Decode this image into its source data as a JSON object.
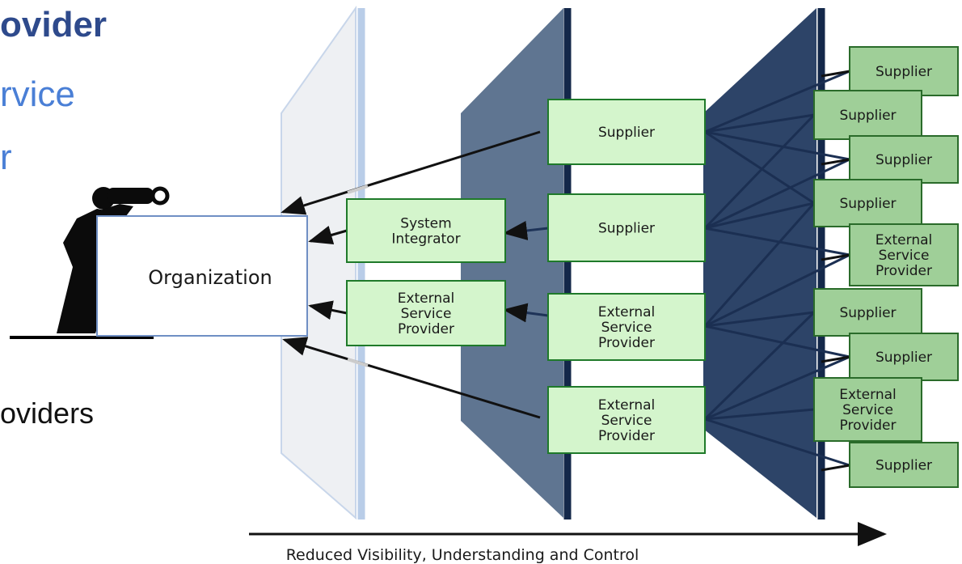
{
  "slide": {
    "heading_line1": "ovider",
    "heading_line2": "rvice",
    "heading_line3": "r",
    "body_line": "oviders"
  },
  "diagram": {
    "organization": "Organization",
    "tier1": [
      [
        "System",
        "Integrator"
      ],
      [
        "External",
        "Service",
        "Provider"
      ]
    ],
    "tier2": [
      [
        "Supplier"
      ],
      [
        "Supplier"
      ],
      [
        "External",
        "Service",
        "Provider"
      ],
      [
        "External",
        "Service",
        "Provider"
      ]
    ],
    "tier3": [
      [
        "Supplier"
      ],
      [
        "Supplier"
      ],
      [
        "Supplier"
      ],
      [
        "Supplier"
      ],
      [
        "External",
        "Service",
        "Provider"
      ],
      [
        "Supplier"
      ],
      [
        "Supplier"
      ],
      [
        "External",
        "Service",
        "Provider"
      ],
      [
        "Supplier"
      ]
    ],
    "axis_label": "Reduced Visibility, Understanding  and Control"
  },
  "colors": {
    "light_box": "#d4f5cc",
    "light_box_border": "#1f7a2a",
    "dark_box": "#9fcf98",
    "dark_box_border": "#2a6b2a",
    "plane_light": "#eef0f3",
    "plane_mid": "#5f7591",
    "plane_dark": "#2d4468",
    "plane_edge": "#14284a"
  }
}
